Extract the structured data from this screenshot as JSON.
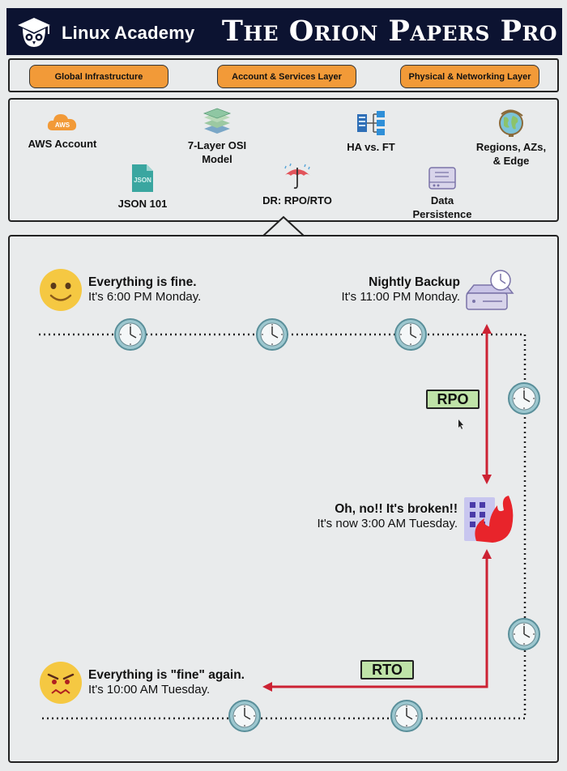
{
  "header": {
    "brand": "Linux Academy",
    "title": "The Orion Papers Pro",
    "logo_icon": "owl-graduation-cap-icon"
  },
  "layers": [
    {
      "label": "Global Infrastructure",
      "color": "#f29a38"
    },
    {
      "label": "Account & Services Layer",
      "color": "#f29a38"
    },
    {
      "label": "Physical & Networking Layer",
      "color": "#f29a38"
    }
  ],
  "topics": {
    "aws_account": {
      "label": "AWS Account",
      "icon": "aws-cloud-icon"
    },
    "osi": {
      "label_line1": "7-Layer OSI",
      "label_line2": "Model",
      "icon": "layers-stack-icon"
    },
    "ha_ft": {
      "label": "HA vs. FT",
      "icon": "server-network-icon"
    },
    "regions": {
      "label_line1": "Regions, AZs,",
      "label_line2": "& Edge",
      "icon": "globe-icon"
    },
    "json": {
      "label": "JSON 101",
      "icon": "json-file-icon",
      "icon_text": "JSON"
    },
    "dr": {
      "label": "DR: RPO/RTO",
      "icon": "umbrella-icon"
    },
    "persistence": {
      "label_line1": "Data",
      "label_line2": "Persistence",
      "icon": "storage-drive-icon"
    }
  },
  "timeline": {
    "fine": {
      "title": "Everything is fine.",
      "subtitle": "It's 6:00 PM Monday.",
      "icon": "happy-face-icon"
    },
    "backup": {
      "title": "Nightly Backup",
      "subtitle": "It's 11:00 PM Monday.",
      "icon": "backup-drive-icon"
    },
    "broken": {
      "title": "Oh, no!! It's broken!!",
      "subtitle": "It's now 3:00 AM Tuesday.",
      "icon": "burning-server-icon"
    },
    "fine_again": {
      "title": "Everything is \"fine\" again.",
      "subtitle": "It's 10:00 AM Tuesday.",
      "icon": "angry-face-icon"
    },
    "rpo_label": "RPO",
    "rto_label": "RTO",
    "arrow_color": "#cc2233",
    "tag_color": "#bfe3a8"
  }
}
